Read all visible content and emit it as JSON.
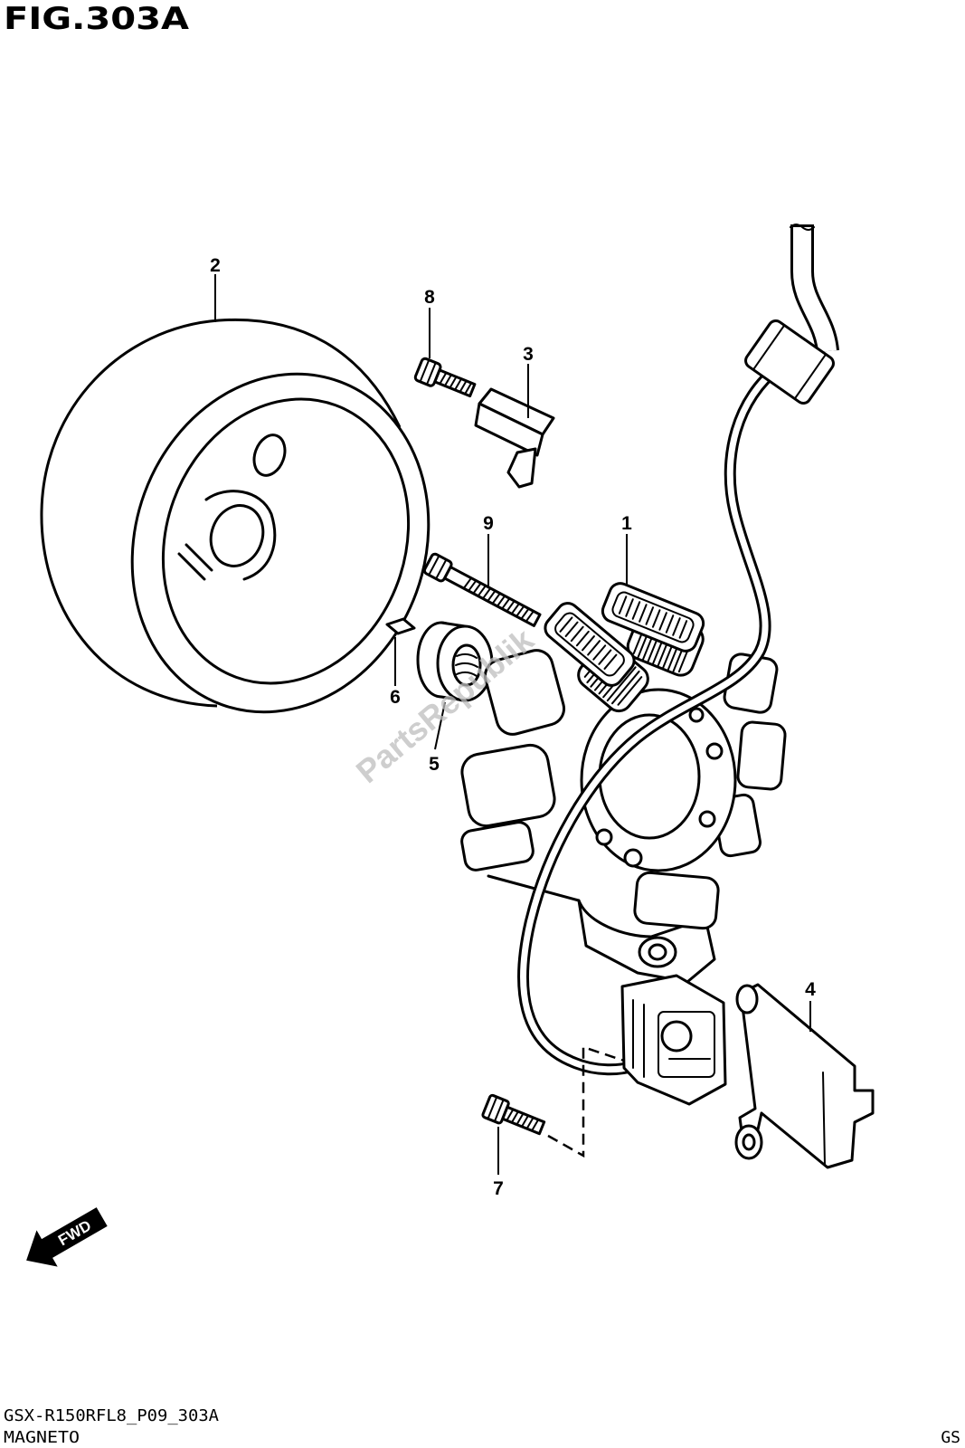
{
  "figure": {
    "title": "FIG.303A",
    "code": "GSX-R150RFL8_P09_303A",
    "name": "MAGNETO",
    "region": "GS"
  },
  "callouts": [
    "1",
    "2",
    "3",
    "4",
    "5",
    "6",
    "7",
    "8",
    "9"
  ],
  "fwd_arrow": {
    "label": "FWD"
  },
  "watermark": "PartsRepublik"
}
